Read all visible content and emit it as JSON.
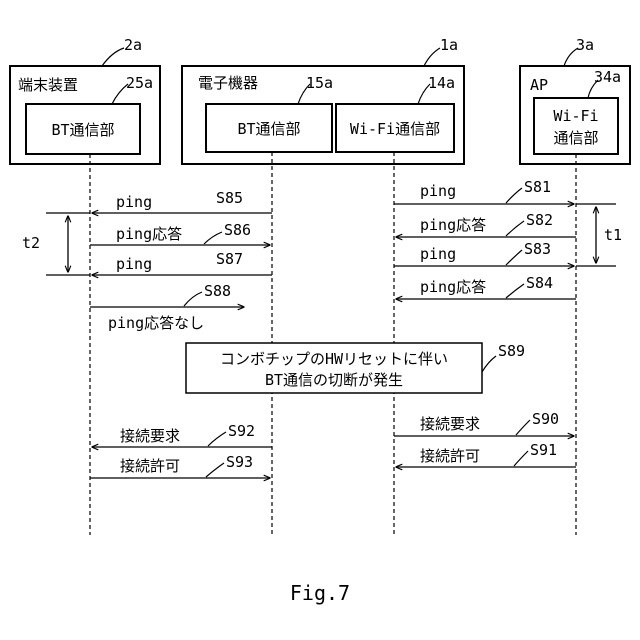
{
  "refs": {
    "terminal": "2a",
    "electronic": "1a",
    "ap": "3a",
    "terminal_bt": "25a",
    "electronic_bt": "15a",
    "electronic_wifi": "14a",
    "ap_wifi": "34a"
  },
  "labels": {
    "terminal": "端末装置",
    "electronic": "電子機器",
    "ap": "AP",
    "terminal_bt": "BT通信部",
    "electronic_bt": "BT通信部",
    "electronic_wifi": "Wi-Fi通信部",
    "ap_wifi_line1": "Wi-Fi",
    "ap_wifi_line2": "通信部"
  },
  "messages": {
    "s85": {
      "text": "ping",
      "step": "S85"
    },
    "s86": {
      "text": "ping応答",
      "step": "S86"
    },
    "s87": {
      "text": "ping",
      "step": "S87"
    },
    "s88": {
      "text": "ping応答なし",
      "step": "S88"
    },
    "s81": {
      "text": "ping",
      "step": "S81"
    },
    "s82": {
      "text": "ping応答",
      "step": "S82"
    },
    "s83": {
      "text": "ping",
      "step": "S83"
    },
    "s84": {
      "text": "ping応答",
      "step": "S84"
    },
    "s92": {
      "text": "接続要求",
      "step": "S92"
    },
    "s93": {
      "text": "接続許可",
      "step": "S93"
    },
    "s90": {
      "text": "接続要求",
      "step": "S90"
    },
    "s91": {
      "text": "接続許可",
      "step": "S91"
    }
  },
  "intervals": {
    "left": "t2",
    "right": "t1"
  },
  "note": {
    "line1": "コンボチップのHWリセットに伴い",
    "line2": "BT通信の切断が発生",
    "step": "S89"
  },
  "caption": "Fig.7"
}
